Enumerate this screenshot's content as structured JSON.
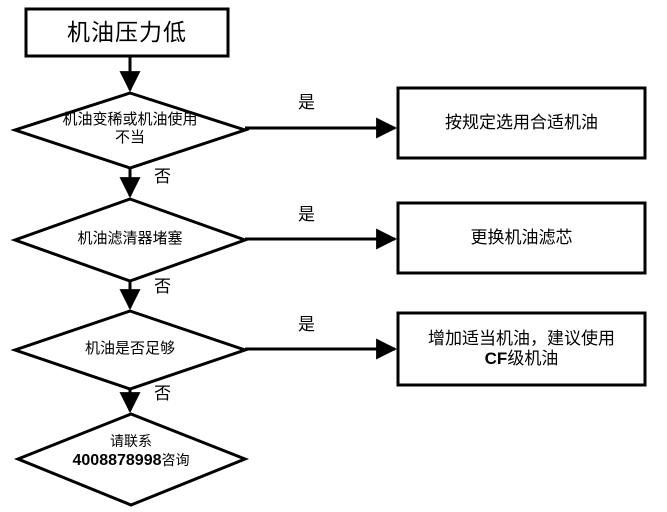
{
  "diagram": {
    "title": "机油压力低",
    "type": "flowchart",
    "language": "zh",
    "stroke_color": "#000000",
    "fill_color": "#FFFFFF",
    "background": "#FFFFFF"
  },
  "nodes": {
    "start": {
      "shape": "rectangle",
      "label": "机油压力低"
    },
    "decision1": {
      "shape": "diamond",
      "label_line1": "机油变稀或机油使用",
      "label_line2": "不当"
    },
    "decision2": {
      "shape": "diamond",
      "label": "机油滤清器堵塞"
    },
    "decision3": {
      "shape": "diamond",
      "label": "机油是否足够"
    },
    "contact": {
      "shape": "diamond",
      "label_line1": "请联系",
      "label_line2_bold": "4008878998",
      "label_line2_rest": "咨询"
    },
    "action1": {
      "shape": "rectangle",
      "label": "按规定选用合适机油"
    },
    "action2": {
      "shape": "rectangle",
      "label": "更换机油滤芯"
    },
    "action3": {
      "shape": "rectangle",
      "label_line1": "增加适当机油，建议使用",
      "label_line2_bold": "CF",
      "label_line2_rest": "级机油"
    }
  },
  "edges": {
    "yes1": "是",
    "no1": "否",
    "yes2": "是",
    "no2": "否",
    "yes3": "是",
    "no3": "否"
  }
}
